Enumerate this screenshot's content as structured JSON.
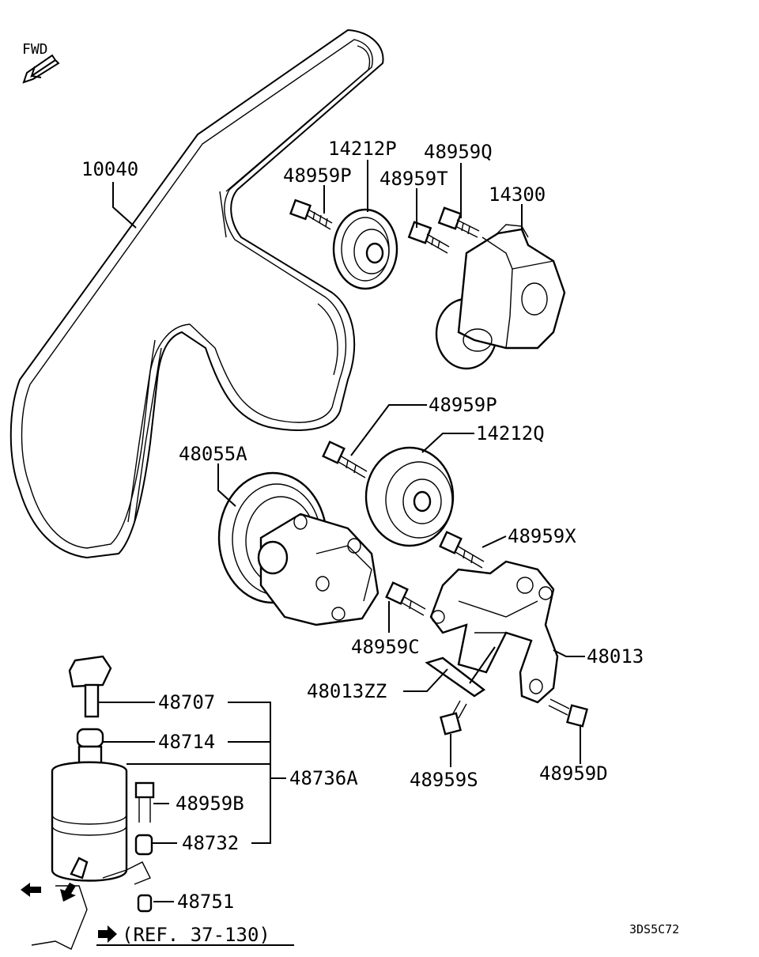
{
  "fwd_label": "FWD",
  "drawing_code": "3DS5C72",
  "reference": "(REF. 37-130)",
  "labels": {
    "p10040": "10040",
    "p14212P": "14212P",
    "p48959Q": "48959Q",
    "p48959P_top": "48959P",
    "p48959T": "48959T",
    "p14300": "14300",
    "p48959P_mid": "48959P",
    "p14212Q": "14212Q",
    "p48055A": "48055A",
    "p48959X": "48959X",
    "p48959C": "48959C",
    "p48013": "48013",
    "p48013ZZ": "48013ZZ",
    "p48959S": "48959S",
    "p48959D": "48959D",
    "p48707": "48707",
    "p48714": "48714",
    "p48736A": "48736A",
    "p48959B": "48959B",
    "p48732": "48732",
    "p48751": "48751"
  }
}
